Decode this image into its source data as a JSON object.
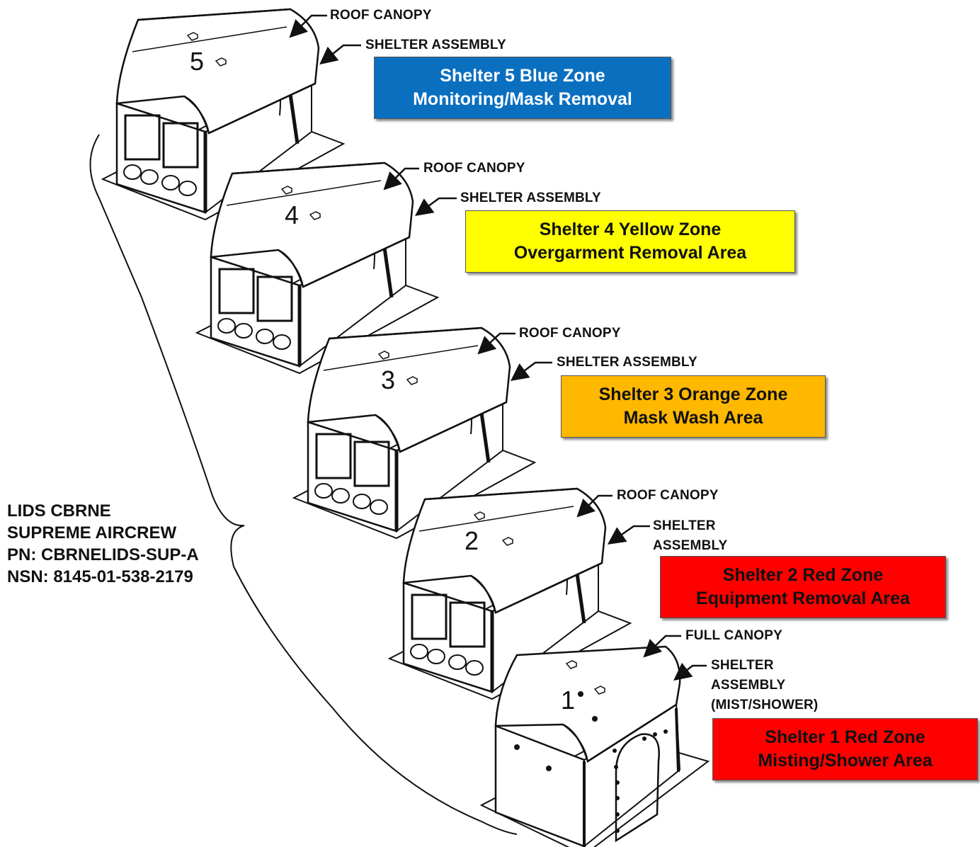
{
  "kit": {
    "line1": "LIDS CBRNE",
    "line2": "SUPREME AIRCREW",
    "line3": "PN:  CBRNELIDS-SUP-A",
    "line4": "NSN:  8145-01-538-2179"
  },
  "colors": {
    "blue": "#0b6fc0",
    "yellow": "#ffff00",
    "orange": "#ffb800",
    "red": "#ff0000"
  },
  "shelters": [
    {
      "number": "5",
      "canopy_label": "ROOF CANOPY",
      "assembly_label": "SHELTER ASSEMBLY",
      "zone_line1": "Shelter 5 Blue Zone",
      "zone_line2": "Monitoring/Mask Removal"
    },
    {
      "number": "4",
      "canopy_label": "ROOF CANOPY",
      "assembly_label": "SHELTER ASSEMBLY",
      "zone_line1": "Shelter 4 Yellow Zone",
      "zone_line2": "Overgarment  Removal Area"
    },
    {
      "number": "3",
      "canopy_label": "ROOF CANOPY",
      "assembly_label": "SHELTER ASSEMBLY",
      "zone_line1": "Shelter 3 Orange Zone",
      "zone_line2": "Mask Wash Area"
    },
    {
      "number": "2",
      "canopy_label": "ROOF CANOPY",
      "assembly_label_1": "SHELTER",
      "assembly_label_2": "ASSEMBLY",
      "zone_line1": "Shelter 2 Red Zone",
      "zone_line2": "Equipment Removal Area"
    },
    {
      "number": "1",
      "canopy_label": "FULL CANOPY",
      "assembly_label_1": "SHELTER",
      "assembly_label_2": "ASSEMBLY",
      "assembly_label_3": "(MIST/SHOWER)",
      "zone_line1": "Shelter 1 Red Zone",
      "zone_line2": "Misting/Shower Area"
    }
  ]
}
